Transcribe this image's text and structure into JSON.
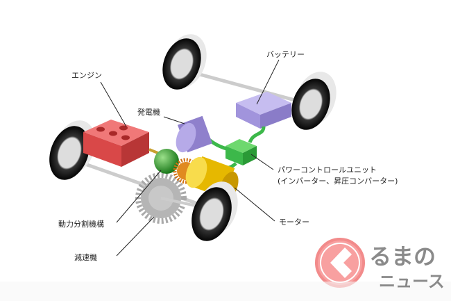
{
  "labels": {
    "engine": "エンジン",
    "generator": "発電機",
    "battery": "バッテリー",
    "pcu_line1": "パワーコントロールユニット",
    "pcu_line2": "(インバーター、昇圧コンバーター)",
    "power_split": "動力分割機構",
    "motor": "モーター",
    "reducer": "減速機"
  },
  "logo": {
    "line1": "るまの",
    "line2": "ニュース",
    "color": "#f28b8b"
  },
  "colors": {
    "engine": "#e05a5a",
    "generator": "#9f8fd8",
    "battery": "#a99ce0",
    "pcu": "#3cb84a",
    "power_split": "#2e9e2e",
    "motor": "#f2c81e",
    "gear": "#999999"
  }
}
